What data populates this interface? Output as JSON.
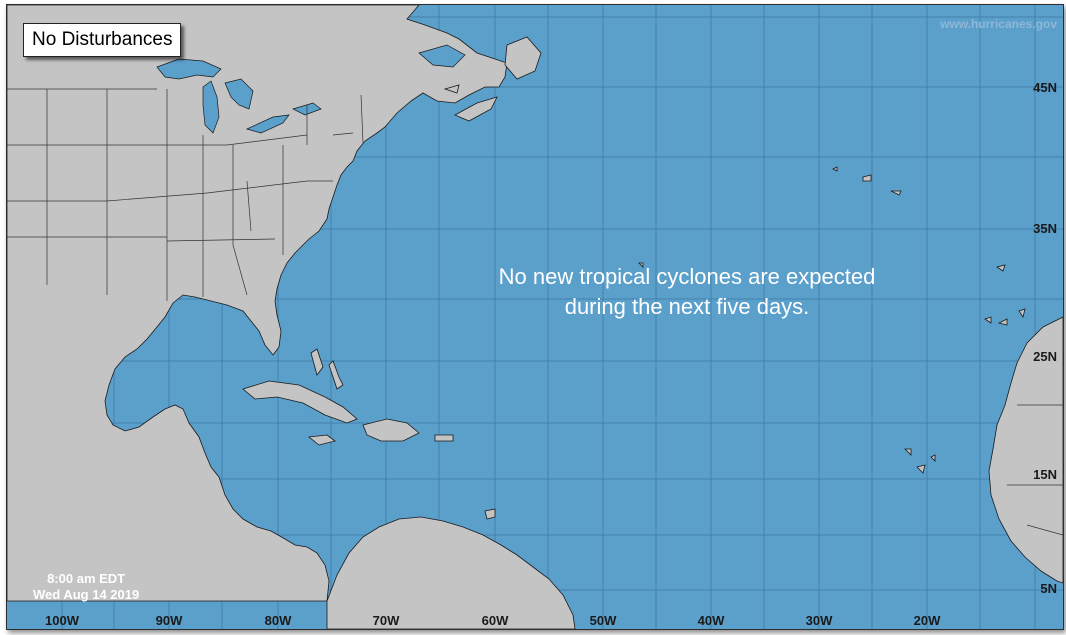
{
  "status": {
    "title": "No Disturbances"
  },
  "forecast": {
    "line1": "No new tropical cyclones are expected",
    "line2": "during the next five days."
  },
  "source": "www.hurricanes.gov",
  "timestamp": {
    "time": "8:00 am EDT",
    "date": "Wed Aug 14 2019"
  },
  "latitude_labels": [
    "45N",
    "35N",
    "25N",
    "15N",
    "5N"
  ],
  "longitude_labels": [
    "100W",
    "90W",
    "80W",
    "70W",
    "60W",
    "50W",
    "40W",
    "30W",
    "20W"
  ],
  "colors": {
    "ocean": "#5b9fcb",
    "land": "#c4c4c4",
    "grid": "#3f79a6"
  }
}
